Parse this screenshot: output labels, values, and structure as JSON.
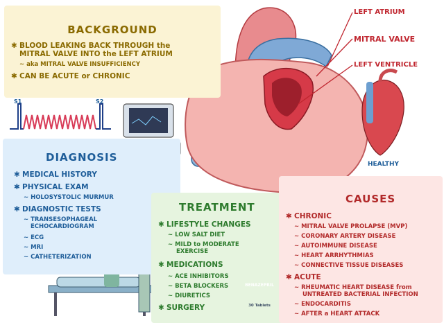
{
  "background": {
    "title": "BACKGROUND",
    "items": [
      {
        "text": "BLOOD LEAKING BACK THROUGH the"
      },
      {
        "text": "MITRAL VALVE INTO the LEFT ATRIUM"
      },
      {
        "text": "aka MITRAL VALVE INSUFFICIENCY"
      },
      {
        "text": "CAN BE ACUTE or CHRONIC"
      }
    ],
    "s1": "S1",
    "s2": "S2"
  },
  "diagnosis": {
    "title": "DIAGNOSIS",
    "items": [
      "MEDICAL HISTORY",
      "PHYSICAL EXAM",
      "HOLOSYSTOLIC MURMUR",
      "DIAGNOSTIC TESTS",
      "TRANSESOPHAGEAL",
      "ECHOCARDIOGRAM",
      "ECG",
      "MRI",
      "CATHETERIZATION"
    ]
  },
  "treatment": {
    "title": "TREATMENT",
    "items": [
      "LIFESTYLE CHANGES",
      "LOW SALT DIET",
      "MILD to MODERATE",
      "EXERCISE",
      "MEDICATIONS",
      "ACE INHIBITORS",
      "BETA BLOCKERS",
      "DIURETICS",
      "SURGERY"
    ],
    "bottle_label": "BENAZEPRIL",
    "bottle_sub": "30 Tablets"
  },
  "causes": {
    "title": "CAUSES",
    "items": [
      "CHRONIC",
      "MITRAL VALVE PROLAPSE (MVP)",
      "CORONARY ARTERY DISEASE",
      "AUTOIMMUNE DISEASE",
      "HEART ARRHYTHMIAS",
      "CONNECTIVE TISSUE DISEASES",
      "ACUTE",
      "RHEUMATIC HEART DISEASE from",
      "UNTREATED BACTERIAL INFECTION",
      "ENDOCARDITIS",
      "AFTER a HEART ATTACK"
    ]
  },
  "labels": {
    "left_atrium": "LEFT ATRIUM",
    "mitral_valve": "MITRAL VALVE",
    "left_ventricle": "LEFT VENTRICLE",
    "healthy": "HEALTHY"
  },
  "colors": {
    "background": "#8a6a00",
    "diagnosis": "#1e5d99",
    "treatment": "#2d7b2d",
    "causes": "#b22a2a"
  }
}
